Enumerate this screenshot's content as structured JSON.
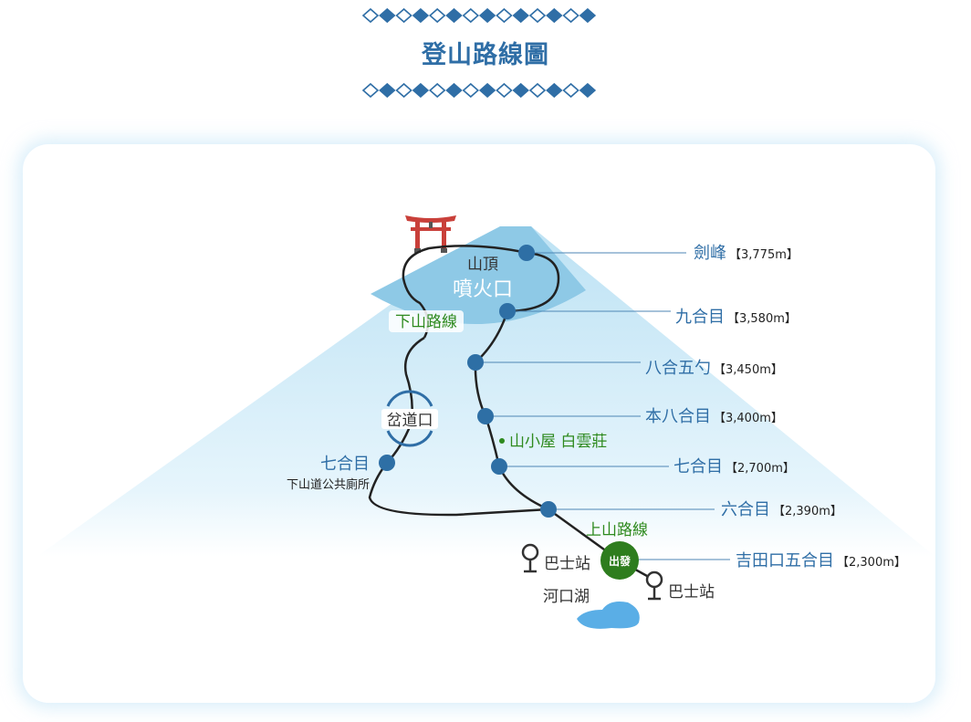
{
  "title": "登山路線圖",
  "colors": {
    "accent": "#2f6ea6",
    "green": "#2e8a1e",
    "cap": "#8ec9e6",
    "torii": "#c9403a",
    "lake": "#5aaee6"
  },
  "summit": {
    "label": "山頂",
    "crater": "噴火口"
  },
  "routes": {
    "descent": "下山路線",
    "ascent": "上山路線",
    "junction": "岔道口"
  },
  "stations": [
    {
      "name": "劍峰",
      "altitude": "【3,775m】"
    },
    {
      "name": "九合目",
      "altitude": "【3,580m】"
    },
    {
      "name": "八合五勺",
      "altitude": "【3,450m】"
    },
    {
      "name": "本八合目",
      "altitude": "【3,400m】"
    },
    {
      "name": "七合目",
      "altitude": "【2,700m】"
    },
    {
      "name": "六合目",
      "altitude": "【2,390m】"
    },
    {
      "name": "吉田口五合目",
      "altitude": "【2,300m】"
    }
  ],
  "descent_station": {
    "name": "七合目",
    "note": "下山道公共廁所"
  },
  "hut": "山小屋 白雲莊",
  "start": "出發",
  "bus_stops": [
    "巴士站",
    "巴士站"
  ],
  "lake": "河口湖"
}
